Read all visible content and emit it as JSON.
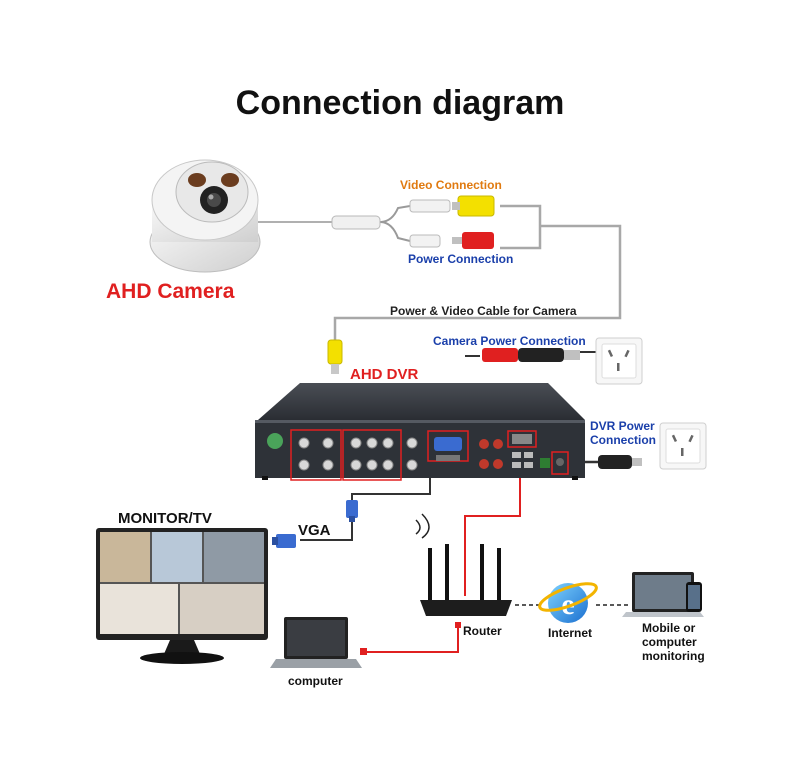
{
  "title": "Connection diagram",
  "labels": {
    "camera": "AHD Camera",
    "video_connection": "Video Connection",
    "power_connection": "Power Connection",
    "cable": "Power & Video Cable for Camera",
    "camera_power": "Camera Power Connection",
    "dvr": "AHD DVR",
    "dvr_power": "DVR Power Connection",
    "monitor": "MONITOR/TV",
    "vga": "VGA",
    "router": "Router",
    "internet": "Internet",
    "mobile": "Mobile or computer monitoring",
    "computer": "computer"
  },
  "colors": {
    "title": "#111111",
    "red_label": "#e02020",
    "orange_label": "#e07a10",
    "blue_label": "#1a3faa",
    "wire_gray": "#a8a8a8",
    "wire_dark": "#333333",
    "wire_red": "#e02020",
    "dvr_body": "#2e3238"
  },
  "icons": [
    "dome-camera-icon",
    "bnc-plug-icon",
    "dc-plug-icon",
    "wall-socket-icon",
    "dvr-icon",
    "monitor-icon",
    "vga-plug-icon",
    "router-icon",
    "internet-explorer-icon",
    "laptop-icon",
    "mobile-phone-icon"
  ]
}
